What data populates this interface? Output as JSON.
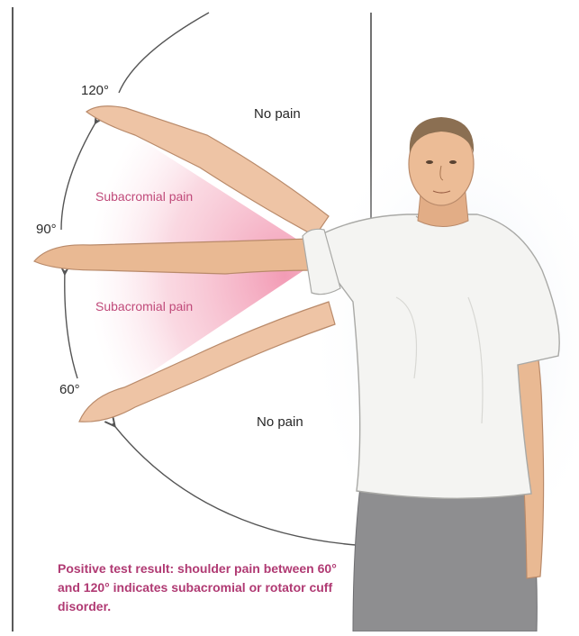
{
  "angles": {
    "a120": "120°",
    "a90": "90°",
    "a60": "60°"
  },
  "zones": {
    "upper_no_pain": "No pain",
    "lower_no_pain": "No pain",
    "upper_pain": "Subacromial pain",
    "lower_pain": "Subacromial pain"
  },
  "caption": "Positive test result: shoulder pain between 60° and 120° indicates subacromial or rotator cuff disorder.",
  "colors": {
    "pain_zone": "#f2b7c8",
    "pain_text": "#c04a7a",
    "arc": "#555555",
    "shirt": "#f4f4f2",
    "skin": "#e9b993",
    "pants": "#8e8e90"
  }
}
